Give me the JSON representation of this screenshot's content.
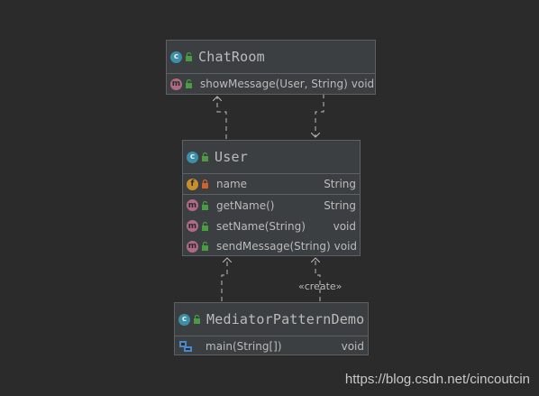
{
  "classes": {
    "chatroom": {
      "name": "ChatRoom",
      "methods": [
        {
          "name": "showMessage(User, String)",
          "type": "void"
        }
      ]
    },
    "user": {
      "name": "User",
      "fields": [
        {
          "name": "name",
          "type": "String"
        }
      ],
      "methods": [
        {
          "name": "getName()",
          "type": "String"
        },
        {
          "name": "setName(String)",
          "type": "void"
        },
        {
          "name": "sendMessage(String)",
          "type": "void"
        }
      ]
    },
    "demo": {
      "name": "MediatorPatternDemo",
      "methods": [
        {
          "name": "main(String[])",
          "type": "void"
        }
      ]
    }
  },
  "edges": {
    "create_label": "«create»"
  },
  "badges": {
    "class": "c",
    "method": "m",
    "field": "f"
  },
  "colors": {
    "background": "#2b2b2b",
    "box_fill": "#3c3f41",
    "box_border": "#5e6163",
    "public_green": "#4c9a44",
    "private_orange": "#d0632d",
    "class_badge": "#3d8fa8",
    "method_badge": "#b06a84",
    "field_badge": "#c8902c"
  },
  "watermark": "https://blog.csdn.net/cincoutcin"
}
